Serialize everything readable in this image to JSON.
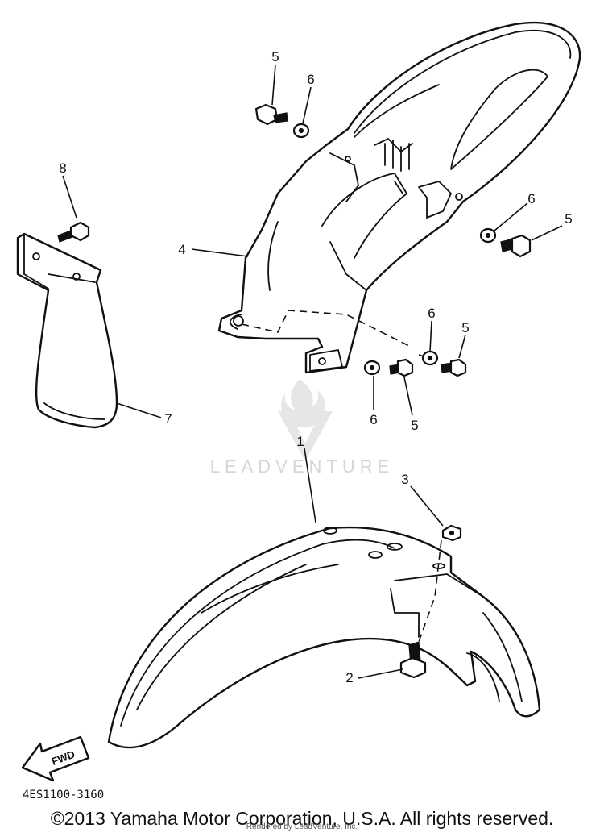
{
  "diagram": {
    "callouts": {
      "c1": "1",
      "c2": "2",
      "c3": "3",
      "c4": "4",
      "c5a": "5",
      "c5b": "5",
      "c5c": "5",
      "c5d": "5",
      "c6a": "6",
      "c6b": "6",
      "c6c": "6",
      "c6d": "6",
      "c7": "7",
      "c8": "8"
    },
    "fwd_label": "FWD",
    "drawing_code": "4ES1100-3160",
    "watermark_text": "LEADVENTURE"
  },
  "footer": {
    "copyright": "©2013 Yamaha Motor Corporation, U.S.A. All rights reserved.",
    "rendered_by": "Rendered by LeadVenture, Inc."
  }
}
